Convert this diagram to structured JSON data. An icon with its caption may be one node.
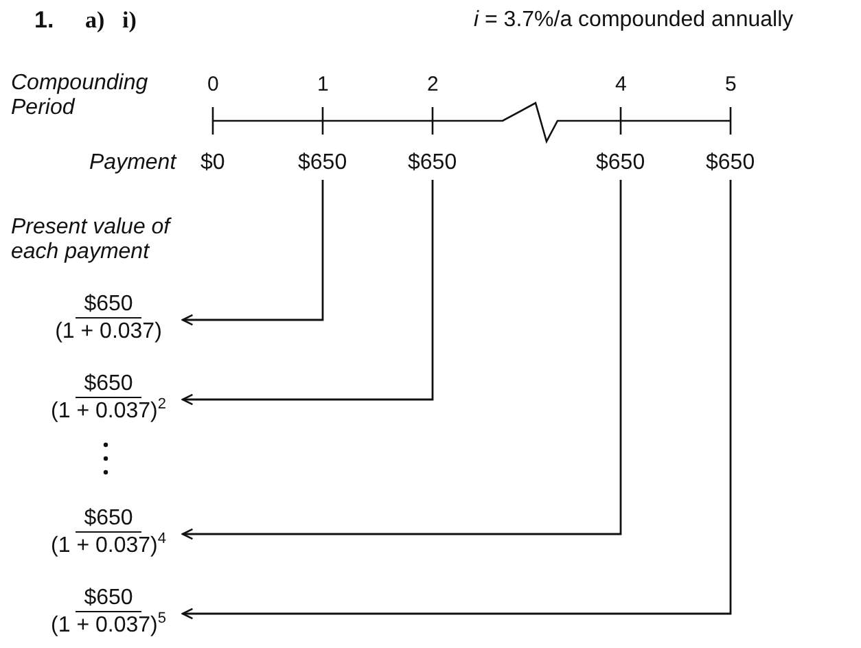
{
  "diagram": {
    "nodes": [
      {
        "text": [
          "$0"
        ]
      },
      {
        "text": [
          "$650"
        ]
      },
      {
        "text": [
          "$650"
        ]
      },
      {
        "text": [
          "$650"
        ]
      },
      {
        "text": [
          "$650"
        ]
      },
      {
        "text": [
          "$650",
          "(1 + 0.037)"
        ]
      },
      {
        "text": [
          "$650",
          "(1 + 0.037)$^{2}$"
        ]
      },
      {
        "text": [
          "$650",
          "(1 + 0.037)$^{4}$"
        ]
      },
      {
        "text": [
          "$650",
          "(1 + 0.037)$^{5}$"
        ]
      }
    ],
    "edges": [
      {
        "from": 1,
        "to": 5,
        "arrow": "to"
      },
      {
        "from": 2,
        "to": 6,
        "arrow": "to"
      },
      {
        "from": 3,
        "to": 7,
        "arrow": "to"
      },
      {
        "from": 4,
        "to": 8,
        "arrow": "to"
      }
    ],
    "labels": [
      "1.",
      "a)",
      "i)",
      "*i* = 3.7%/a compounded annually",
      "Compounding Period",
      "0",
      "1",
      "2",
      "4",
      "5",
      "Payment",
      "Present value of each payment"
    ]
  }
}
